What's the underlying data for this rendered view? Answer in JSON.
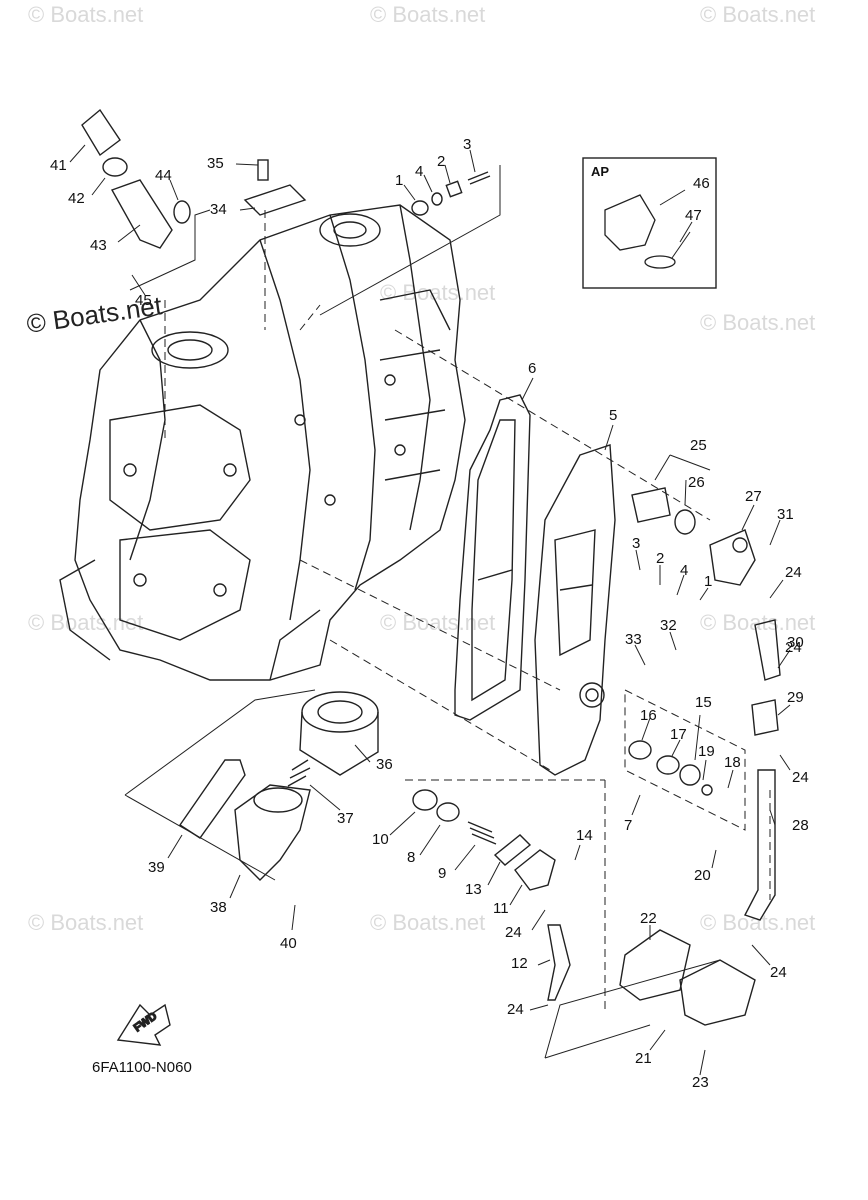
{
  "watermark": "© Boats.net",
  "watermark_main": "© Boats.net",
  "diagram_code": "6FA1100-N060",
  "ap_box": {
    "label": "AP"
  },
  "fwd_label": "FWD",
  "callouts": [
    "1",
    "2",
    "3",
    "4",
    "5",
    "6",
    "7",
    "8",
    "9",
    "10",
    "11",
    "12",
    "13",
    "14",
    "15",
    "16",
    "17",
    "18",
    "19",
    "20",
    "21",
    "22",
    "23",
    "24",
    "25",
    "26",
    "27",
    "28",
    "29",
    "30",
    "31",
    "32",
    "33",
    "34",
    "35",
    "36",
    "37",
    "38",
    "39",
    "40",
    "41",
    "42",
    "43",
    "44",
    "45",
    "46",
    "47"
  ],
  "repeat_labels": {
    "r1": "1",
    "r2": "2",
    "r3": "3",
    "r4": "4",
    "r24": "24"
  }
}
